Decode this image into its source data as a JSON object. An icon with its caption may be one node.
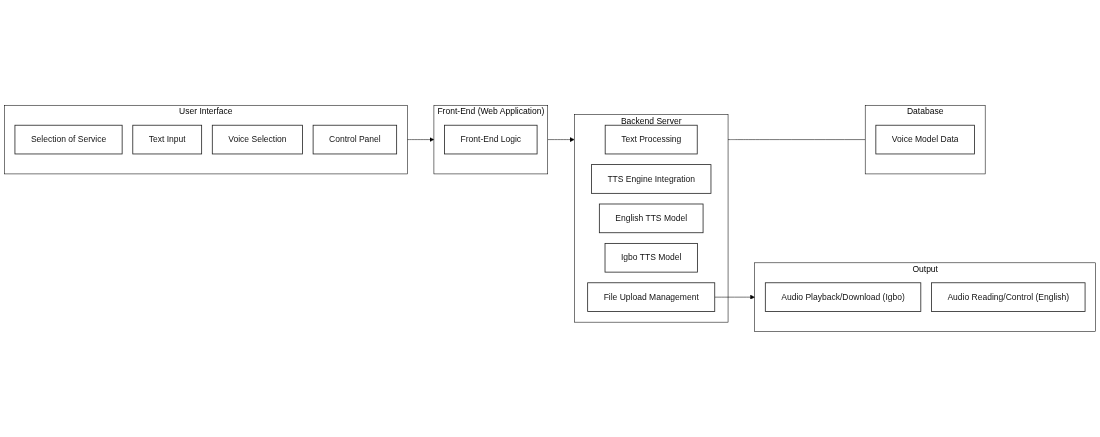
{
  "diagram": {
    "nodes": [
      {
        "text": [
          "User Interface"
        ]
      },
      {
        "text": [
          "Selection of Service"
        ],
        "in": 0
      },
      {
        "text": [
          "Text Input"
        ],
        "in": 0
      },
      {
        "text": [
          "Voice Selection"
        ],
        "in": 0
      },
      {
        "text": [
          "Control Panel"
        ],
        "in": 0
      },
      {
        "text": [
          "Backend Server"
        ]
      },
      {
        "text": [
          "Text Processing"
        ],
        "in": 5
      },
      {
        "text": [
          "TTS Engine Integration"
        ],
        "in": 5
      },
      {
        "text": [
          "English TTS Model"
        ],
        "in": 5
      },
      {
        "text": [
          "Igbo TTS Model"
        ],
        "in": 5
      },
      {
        "text": [
          "File Upload Management"
        ],
        "in": 5
      },
      {
        "text": [
          "Database"
        ]
      },
      {
        "text": [
          "Voice Model Data"
        ],
        "in": 11
      },
      {
        "text": [
          "Front-End (Web Application)"
        ]
      },
      {
        "text": [
          "Front-End Logic"
        ],
        "in": 13
      },
      {
        "text": [
          "Output"
        ]
      },
      {
        "text": [
          "Audio Playback/Download (Igbo)"
        ],
        "in": 15
      },
      {
        "text": [
          "Audio Reading/Control (English)"
        ],
        "in": 15
      }
    ],
    "edges": [
      {
        "from": 0,
        "to": 13,
        "arrow": "to"
      },
      {
        "from": 13,
        "to": 5,
        "arrow": "to"
      },
      {
        "from": 5,
        "to": 11,
        "arrow": "none"
      },
      {
        "from": 10,
        "to": 15,
        "arrow": "to"
      }
    ]
  }
}
